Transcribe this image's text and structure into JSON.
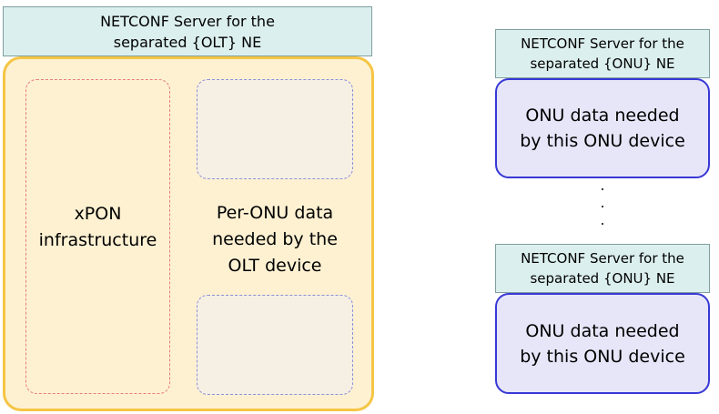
{
  "olt": {
    "header": "NETCONF Server for the\nseparated {OLT} NE",
    "xpon_label": "xPON\ninfrastructure",
    "per_onu_label": "Per-ONU data\nneeded by the\nOLT device"
  },
  "onu_servers": [
    {
      "header": "NETCONF Server for the\nseparated {ONU} NE",
      "body": "ONU data needed\nby this ONU device"
    },
    {
      "header": "NETCONF Server for the\nseparated {ONU} NE",
      "body": "ONU data needed\nby this ONU device"
    }
  ],
  "colors": {
    "header_fill": "#dcefef",
    "olt_fill": "#fdf1d2",
    "olt_border": "#f5c544",
    "xpon_border": "#e87c80",
    "per_onu_border": "#8f8fd6",
    "onu_fill": "#e7e6f9",
    "onu_border": "#3838d6"
  }
}
